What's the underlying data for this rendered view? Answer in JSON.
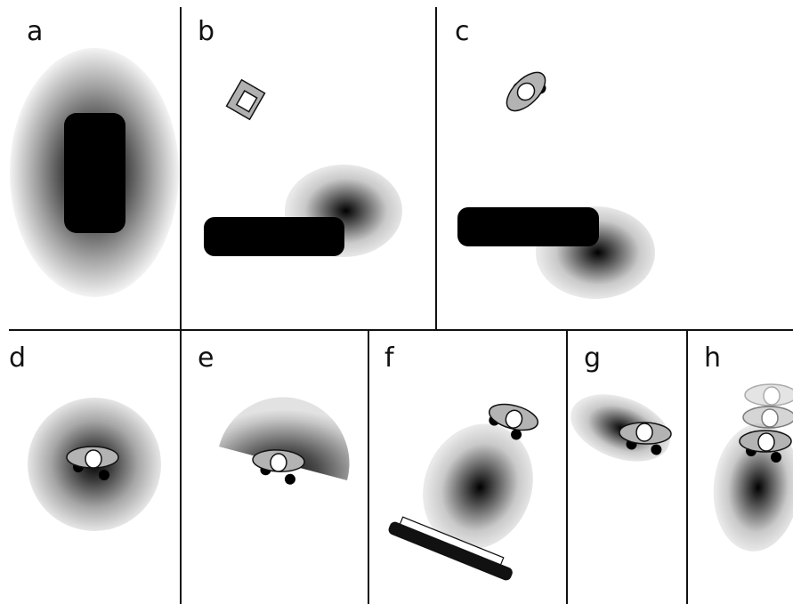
{
  "figure": {
    "panels": [
      {
        "id": "a",
        "label": "a"
      },
      {
        "id": "b",
        "label": "b"
      },
      {
        "id": "c",
        "label": "c"
      },
      {
        "id": "d",
        "label": "d"
      },
      {
        "id": "e",
        "label": "e"
      },
      {
        "id": "f",
        "label": "f"
      },
      {
        "id": "g",
        "label": "g"
      },
      {
        "id": "h",
        "label": "h"
      }
    ]
  },
  "colors": {
    "background": "#ffffff",
    "divider": "#111111",
    "object_fill": "#000000",
    "person_body": "#b3b3b3",
    "person_head": "#ffffff",
    "outline": "#111111",
    "shade_core": "#000000",
    "shade_edge": "#ffffff"
  }
}
